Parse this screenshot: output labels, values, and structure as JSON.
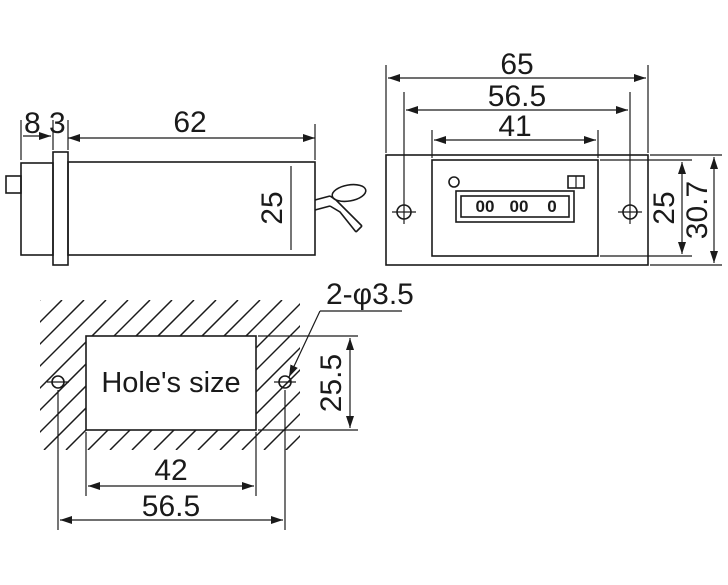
{
  "side_view": {
    "dim_flange_a": "8",
    "dim_flange_b": "3",
    "dim_length": "62",
    "dim_height": "25"
  },
  "front_view": {
    "dim_overall_width": "65",
    "dim_hole_spacing": "56.5",
    "dim_window_width": "41",
    "dim_window_height": "25",
    "dim_overall_height": "30.7",
    "counter_digits": [
      "00",
      "00",
      "0"
    ]
  },
  "cutout": {
    "label": "Hole's size",
    "dim_holes": "2-φ3.5",
    "dim_height": "25.5",
    "dim_width": "42",
    "dim_hole_spacing": "56.5"
  }
}
